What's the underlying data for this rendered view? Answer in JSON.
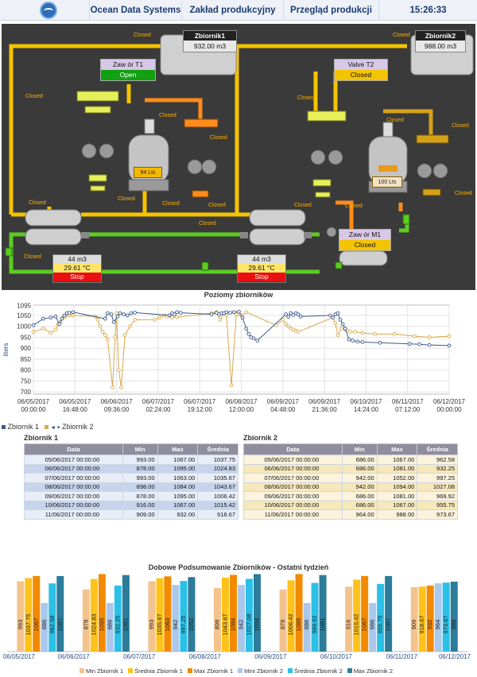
{
  "header": {
    "company": "Ocean Data Systems",
    "plant": "Zakład produkcyjny",
    "page": "Przegląd produkcji",
    "time": "15:26:33"
  },
  "scada": {
    "tank1": {
      "title": "Zbiornik1",
      "value": "932.00 m3"
    },
    "tank2": {
      "title": "Zbiornik2",
      "value": "988.00 m3"
    },
    "valve_t1": {
      "title": "Zaw ór T1",
      "state": "Open"
    },
    "valve_t2": {
      "title": "Valve T2",
      "state": "Closed"
    },
    "valve_m1": {
      "title": "Zaw ór M1",
      "state": "Closed"
    },
    "mixer1_level": "94 Lts",
    "mixer2_level": "100 Lts",
    "station1": {
      "volume": "44 m3",
      "temp": "29.61 °C",
      "status": "Stop"
    },
    "station2": {
      "volume": "44 m3",
      "temp": "29.61 °C",
      "status": "Stop"
    },
    "closed_label": "Closed",
    "colors": {
      "pipe_yellow": "#f5c400",
      "pipe_green": "#5ccc22",
      "pipe_orange": "#ff8c1a",
      "status_stop": "#e81010",
      "open_green": "#10a010"
    }
  },
  "line_chart": {
    "title": "Poziomy zbiorników",
    "ylabel": "liters",
    "legend": [
      "Zbiornik 1",
      "Zbiornik 2"
    ],
    "x_ticks": [
      [
        "06/05/2017",
        "00:00:00"
      ],
      [
        "06/05/2017",
        "16:48:00"
      ],
      [
        "06/06/2017",
        "09:36:00"
      ],
      [
        "06/07/2017",
        "02:24:00"
      ],
      [
        "06/07/2017",
        "19:12:00"
      ],
      [
        "06/08/2017",
        "12:00:00"
      ],
      [
        "06/09/2017",
        "04:48:00"
      ],
      [
        "06/09/2017",
        "21:36:00"
      ],
      [
        "06/10/2017",
        "14:24:00"
      ],
      [
        "06/11/2017",
        "07:12:00"
      ],
      [
        "06/12/2017",
        "00:00:00"
      ]
    ],
    "y_ticks": [
      "1095",
      "1050",
      "1000",
      "950",
      "900",
      "850",
      "800",
      "750",
      "700"
    ]
  },
  "chart_data": [
    {
      "type": "line",
      "title": "Poziomy zbiorników",
      "ylabel": "liters",
      "ylim": [
        690,
        1097
      ],
      "xlim": [
        "06/05/2017 00:00",
        "06/12/2017 00:00"
      ],
      "series": [
        {
          "name": "Zbiornik 1",
          "color": "#3b5a8c",
          "x": [
            "06/05 00:00",
            "06/05 04:00",
            "06/05 07:00",
            "06/05 09:00",
            "06/05 10:30",
            "06/05 11:30",
            "06/05 12:30",
            "06/05 13:30",
            "06/05 14:30",
            "06/05 16:00",
            "06/06 05:00",
            "06/06 06:00",
            "06/06 07:30",
            "06/06 08:30",
            "06/06 10:00",
            "06/06 11:00",
            "06/06 12:30",
            "06/06 14:00",
            "06/06 15:30",
            "06/06 17:00",
            "06/07 07:00",
            "06/07 08:00",
            "06/07 09:00",
            "06/07 10:00",
            "06/07 11:30",
            "06/08 00:00",
            "06/08 02:00",
            "06/08 03:00",
            "06/08 04:00",
            "06/08 05:00",
            "06/08 06:00",
            "06/08 07:30",
            "06/08 09:00",
            "06/08 11:00",
            "06/08 12:30",
            "06/08 14:00",
            "06/08 15:00",
            "06/08 16:00",
            "06/08 17:00",
            "06/08 18:30",
            "06/09 06:00",
            "06/09 07:00",
            "06/09 08:00",
            "06/09 09:00",
            "06/09 10:00",
            "06/09 11:00",
            "06/09 12:00",
            "06/10 00:00",
            "06/10 01:00",
            "06/10 02:00",
            "06/10 03:00",
            "06/10 04:00",
            "06/10 05:00",
            "06/10 06:00",
            "06/10 07:30",
            "06/10 09:00",
            "06/10 11:00",
            "06/10 13:00",
            "06/10 20:00",
            "06/11 08:00",
            "06/11 12:00",
            "06/11 16:00",
            "06/12 00:00"
          ],
          "y": [
            1005,
            1035,
            1040,
            1045,
            1010,
            1035,
            1050,
            1060,
            1062,
            1065,
            1035,
            1060,
            1055,
            1020,
            1045,
            1060,
            1055,
            1050,
            1060,
            1063,
            1050,
            1060,
            1055,
            1065,
            1062,
            1055,
            1062,
            1055,
            1060,
            1060,
            1065,
            1062,
            1065,
            1067,
            1040,
            990,
            965,
            950,
            945,
            935,
            1055,
            1045,
            1060,
            1052,
            1060,
            1055,
            1045,
            1050,
            1040,
            1055,
            1060,
            1030,
            1010,
            990,
            940,
            935,
            930,
            928,
            925,
            920,
            918,
            915,
            912
          ]
        },
        {
          "name": "Zbiornik 2",
          "color": "#d9a94a",
          "x": [
            "06/05 00:00",
            "06/05 04:00",
            "06/05 07:00",
            "06/05 09:00",
            "06/05 10:00",
            "06/05 11:00",
            "06/05 12:00",
            "06/05 13:00",
            "06/05 14:30",
            "06/05 16:00",
            "06/06 01:00",
            "06/06 02:00",
            "06/06 03:00",
            "06/06 04:00",
            "06/06 05:00",
            "06/06 06:00",
            "06/06 08:00",
            "06/06 09:00",
            "06/06 09:36",
            "06/06 10:30",
            "06/06 11:30",
            "06/06 13:00",
            "06/06 15:00",
            "06/06 17:00",
            "06/07 01:00",
            "06/07 03:00",
            "06/07 05:00",
            "06/07 06:00",
            "06/07 07:00",
            "06/07 08:00",
            "06/07 10:00",
            "06/08 00:00",
            "06/08 02:00",
            "06/08 03:30",
            "06/08 05:00",
            "06/08 06:00",
            "06/08 08:00",
            "06/08 10:00",
            "06/08 12:00",
            "06/08 14:00",
            "06/09 02:00",
            "06/09 04:48",
            "06/09 06:00",
            "06/09 07:00",
            "06/09 08:00",
            "06/09 09:00",
            "06/09 10:00",
            "06/09 11:00",
            "06/10 01:00",
            "06/10 02:00",
            "06/10 03:00",
            "06/10 04:30",
            "06/10 06:00",
            "06/10 07:00",
            "06/10 08:00",
            "06/10 10:00",
            "06/10 13:00",
            "06/10 18:00",
            "06/11 02:00",
            "06/11 10:00",
            "06/11 16:00",
            "06/12 00:00"
          ],
          "y": [
            975,
            990,
            970,
            985,
            1010,
            1020,
            1040,
            1045,
            1050,
            1050,
            1045,
            1030,
            1000,
            975,
            960,
            940,
            720,
            950,
            1060,
            800,
            720,
            960,
            1000,
            1030,
            1030,
            1040,
            1050,
            1045,
            1050,
            1040,
            1042,
            1060,
            1065,
            1030,
            1060,
            1050,
            730,
            1055,
            1050,
            1065,
            1005,
            1030,
            1010,
            1000,
            990,
            985,
            980,
            975,
            1040,
            1015,
            960,
            990,
            985,
            980,
            975,
            975,
            970,
            965,
            965,
            955,
            950,
            955
          ]
        }
      ]
    },
    {
      "type": "bar",
      "title": "Dobowe Podsumowanie Zbiorników - Ostatni tydzień",
      "categories": [
        "06/05/2017",
        "06/06/2017",
        "06/07/2017",
        "06/08/2017",
        "06/09/2017",
        "06/10/2017",
        "06/11/2017"
      ],
      "x_ticks": [
        "06/05/2017",
        "06/06/2017",
        "06/07/2017",
        "06/08/2017",
        "06/09/2017",
        "06/10/2017",
        "06/11/2017",
        "06/12/2017"
      ],
      "series": [
        {
          "name": "Min Zbiornik 1",
          "color": "#f4c38d",
          "values": [
            993,
            878,
            993,
            898,
            878,
            916,
            909
          ]
        },
        {
          "name": "Średnia Zbiornik 1",
          "color": "#ffc21a",
          "values": [
            1037.75,
            1024.83,
            1035.67,
            1043.67,
            1006.42,
            1015.42,
            918.67
          ]
        },
        {
          "name": "Max Zbiornik 1",
          "color": "#f28a00",
          "values": [
            1067,
            1095,
            1063,
            1084,
            1095,
            1067,
            932
          ]
        },
        {
          "name": "Mini Zbiornik 2",
          "color": "#a9c8ec",
          "values": [
            686,
            686,
            942,
            942,
            686,
            686,
            964
          ]
        },
        {
          "name": "Średnia Zbiornik 2",
          "color": "#2bc0e6",
          "values": [
            962.58,
            932.25,
            997.25,
            1027.08,
            969.92,
            955.75,
            973.67
          ]
        },
        {
          "name": "Max Zbiornik 2",
          "color": "#2c7c9a",
          "values": [
            1067,
            1081,
            1052,
            1094,
            1081,
            1067,
            988
          ]
        }
      ]
    }
  ],
  "table1": {
    "title": "Zbiornik 1",
    "headers": [
      "Data",
      "Min",
      "Max",
      "Średnia"
    ],
    "rows": [
      [
        "05/06/2017 00:00:00",
        "993.00",
        "1067.00",
        "1037.75"
      ],
      [
        "06/06/2017 00:00:00",
        "878.00",
        "1095.00",
        "1024.83"
      ],
      [
        "07/06/2017 00:00:00",
        "993.00",
        "1063.00",
        "1035.67"
      ],
      [
        "08/06/2017 00:00:00",
        "898.00",
        "1084.00",
        "1043.67"
      ],
      [
        "09/06/2017 00:00:00",
        "878.00",
        "1095.00",
        "1006.42"
      ],
      [
        "10/06/2017 00:00:00",
        "916.00",
        "1067.00",
        "1015.42"
      ],
      [
        "11/06/2017 00:00:00",
        "909.00",
        "932.00",
        "918.67"
      ]
    ]
  },
  "table2": {
    "title": "Zbiornik 2",
    "headers": [
      "Data",
      "Min",
      "Max",
      "Średnia"
    ],
    "rows": [
      [
        "05/06/2017 00:00:00",
        "686.00",
        "1067.00",
        "962.58"
      ],
      [
        "06/06/2017 00:00:00",
        "686.00",
        "1081.00",
        "932.25"
      ],
      [
        "07/06/2017 00:00:00",
        "942.00",
        "1052.00",
        "997.25"
      ],
      [
        "08/06/2017 00:00:00",
        "942.00",
        "1094.00",
        "1027.08"
      ],
      [
        "09/06/2017 00:00:00",
        "686.00",
        "1081.00",
        "969.92"
      ],
      [
        "10/06/2017 00:00:00",
        "686.00",
        "1067.00",
        "955.75"
      ],
      [
        "11/06/2017 00:00:00",
        "964.00",
        "988.00",
        "973.67"
      ]
    ]
  },
  "bar_chart": {
    "title": "Dobowe Podsumowanie Zbiorników - Ostatni tydzień"
  }
}
